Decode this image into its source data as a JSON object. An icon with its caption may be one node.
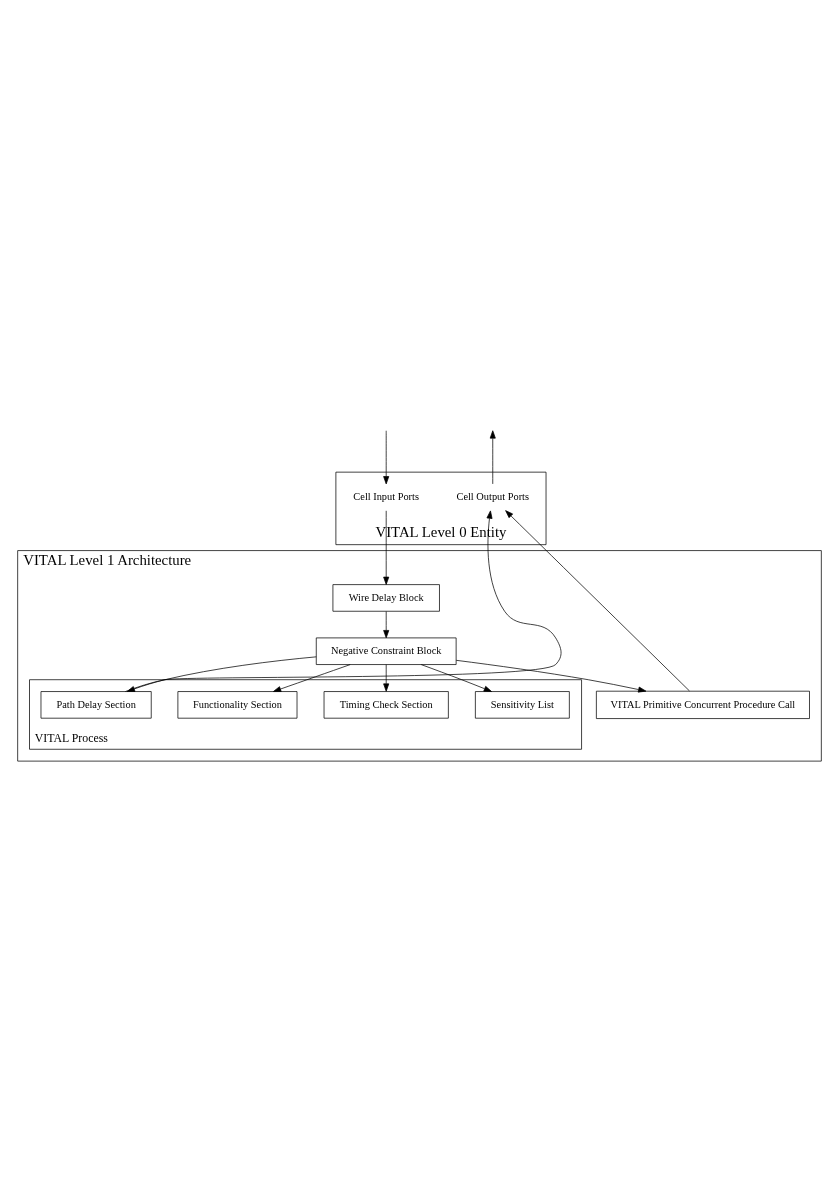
{
  "diagram": {
    "nodes": [
      {
        "text": [
          "VITAL Level 0 Entity"
        ]
      },
      {
        "text": [
          "Cell Input Ports"
        ],
        "in": 0
      },
      {
        "text": [
          "Cell Output Ports"
        ],
        "in": 0
      },
      {
        "text": [
          "VITAL Level 1 Architecture"
        ]
      },
      {
        "text": [
          "Wire Delay Block"
        ],
        "in": 3
      },
      {
        "text": [
          "Negative Constraint Block"
        ],
        "in": 3
      },
      {
        "text": [
          "VITAL Process"
        ],
        "in": 3
      },
      {
        "text": [
          "Sensitivity List"
        ],
        "in": 6
      },
      {
        "text": [
          "Timing Check Section"
        ],
        "in": 6
      },
      {
        "text": [
          "Functionality Section"
        ],
        "in": 6
      },
      {
        "text": [
          "Path Delay Section"
        ],
        "in": 6
      },
      {
        "text": [
          "VITAL Primitive Concurrent Procedure Call"
        ],
        "in": 3
      }
    ],
    "edges": [
      {
        "from": null,
        "to": 1,
        "arrow": "to"
      },
      {
        "from": 1,
        "to": 4,
        "arrow": "to"
      },
      {
        "from": 4,
        "to": 5,
        "arrow": "to"
      },
      {
        "from": 5,
        "to": 7,
        "arrow": "to"
      },
      {
        "from": 5,
        "to": 8,
        "arrow": "to"
      },
      {
        "from": 5,
        "to": 9,
        "arrow": "to"
      },
      {
        "from": 5,
        "to": 10,
        "arrow": "to"
      },
      {
        "from": 5,
        "to": 11,
        "arrow": "to"
      },
      {
        "from": 10,
        "to": 2,
        "arrow": "to"
      },
      {
        "from": 11,
        "to": 2,
        "arrow": "to"
      },
      {
        "from": 2,
        "to": null,
        "arrow": "to"
      }
    ]
  }
}
